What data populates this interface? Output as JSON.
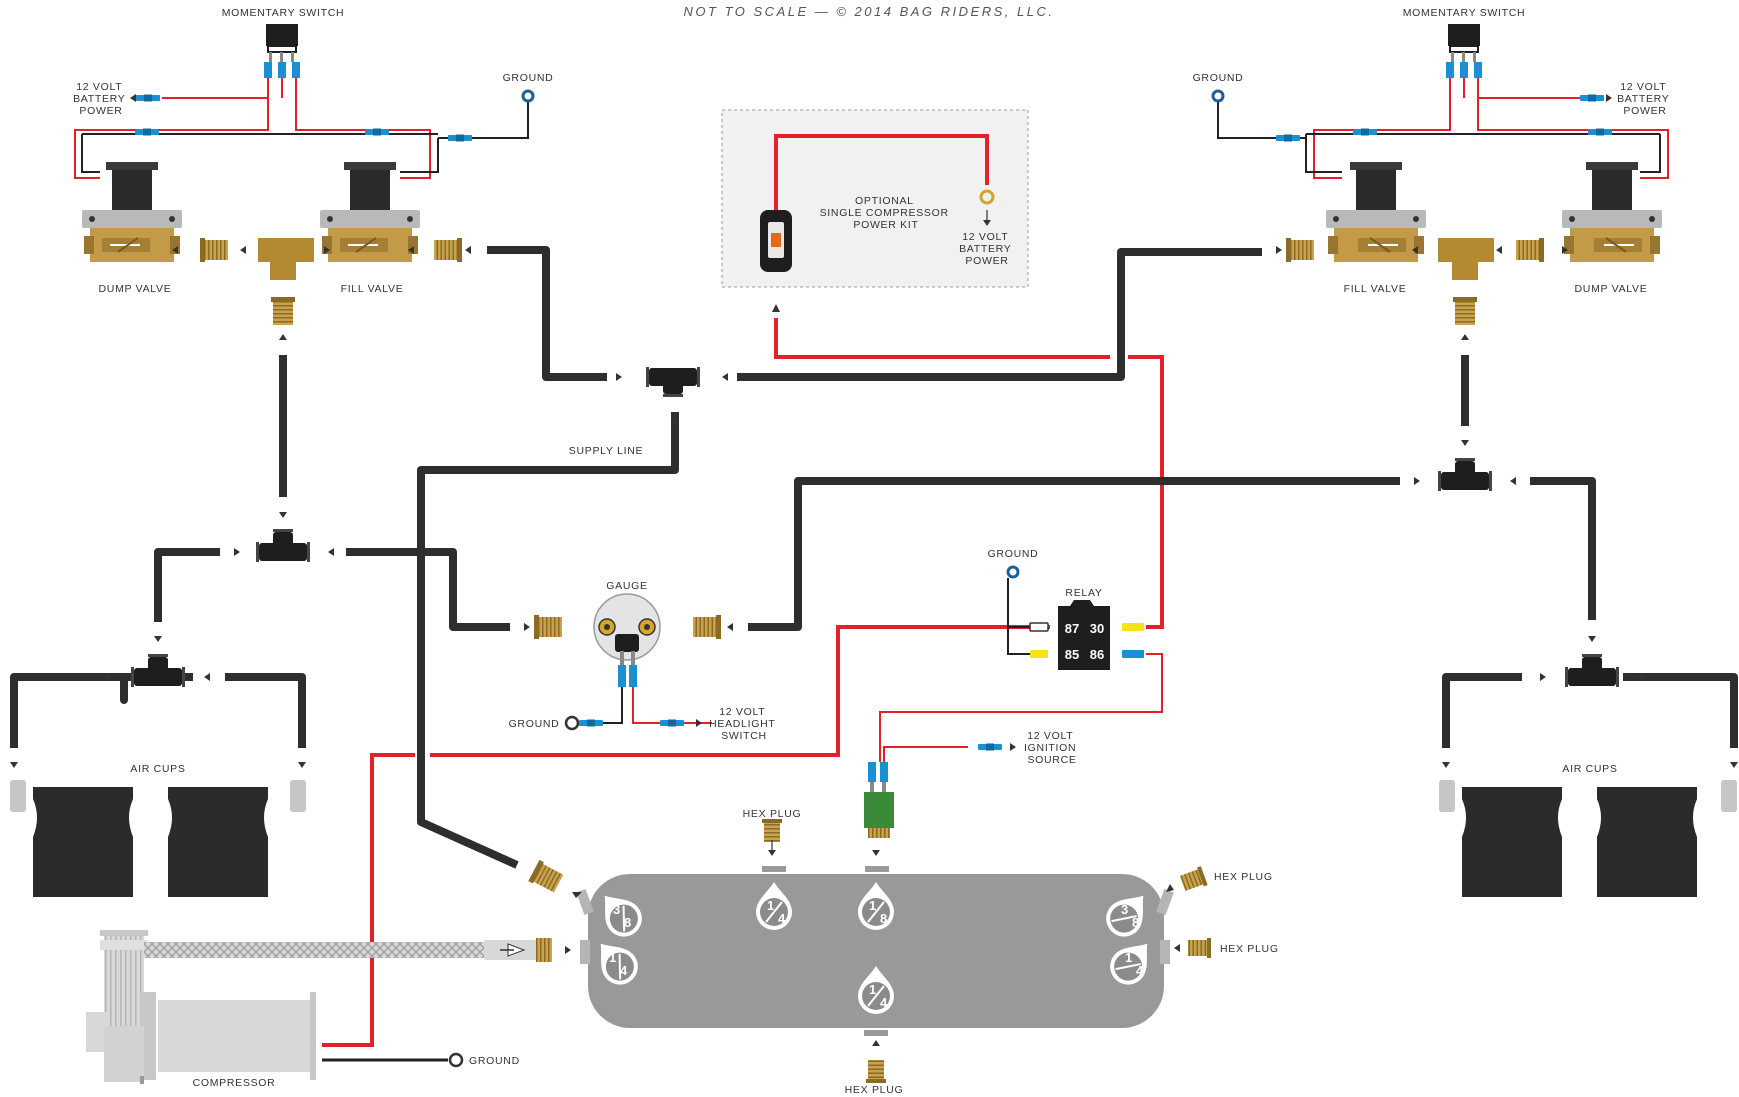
{
  "header": "NOT TO SCALE — © 2014 BAG RIDERS, LLC.",
  "labels": {
    "momentary_switch_left": "MOMENTARY SWITCH",
    "momentary_switch_right": "MOMENTARY SWITCH",
    "battery_left": [
      "12 VOLT",
      "BATTERY",
      "POWER"
    ],
    "battery_right": [
      "12 VOLT",
      "BATTERY",
      "POWER"
    ],
    "ground_top_left": "GROUND",
    "ground_top_right": "GROUND",
    "dump_valve_left": "DUMP VALVE",
    "fill_valve_left": "FILL VALVE",
    "fill_valve_right": "FILL VALVE",
    "dump_valve_right": "DUMP VALVE",
    "power_kit": [
      "OPTIONAL",
      "SINGLE COMPRESSOR",
      "POWER KIT"
    ],
    "power_kit_battery": [
      "12 VOLT",
      "BATTERY",
      "POWER"
    ],
    "supply_line": "SUPPLY LINE",
    "gauge": "GAUGE",
    "gauge_ground": "GROUND",
    "headlight": [
      "12 VOLT",
      "HEADLIGHT",
      "SWITCH"
    ],
    "relay_ground": "GROUND",
    "relay": "RELAY",
    "relay_pins": [
      "87",
      "30",
      "85",
      "86"
    ],
    "ignition": [
      "12 VOLT",
      "IGNITION",
      "SOURCE"
    ],
    "air_cups_left": "AIR CUPS",
    "air_cups_right": "AIR CUPS",
    "hex_plug_top": "HEX PLUG",
    "hex_plug_right_top": "HEX PLUG",
    "hex_plug_right_bottom": "HEX PLUG",
    "hex_plug_bottom": "HEX PLUG",
    "compressor": "COMPRESSOR",
    "compressor_ground": "GROUND"
  },
  "tank_ports": [
    {
      "num": "3",
      "den": "8"
    },
    {
      "num": "1",
      "den": "4"
    },
    {
      "num": "1",
      "den": "4"
    },
    {
      "num": "1",
      "den": "8"
    },
    {
      "num": "3",
      "den": "8"
    },
    {
      "num": "1",
      "den": "4"
    },
    {
      "num": "1",
      "den": "4"
    }
  ],
  "colors": {
    "hose": "#2e2e2e",
    "wire_power": "#e22228",
    "wire_ground": "#222222",
    "brass": "#c8a24a",
    "tank": "#98999b",
    "connector_blue": "#1a8fd1",
    "connector_yellow": "#f5e21a",
    "switch_green": "#3a8a3a"
  }
}
